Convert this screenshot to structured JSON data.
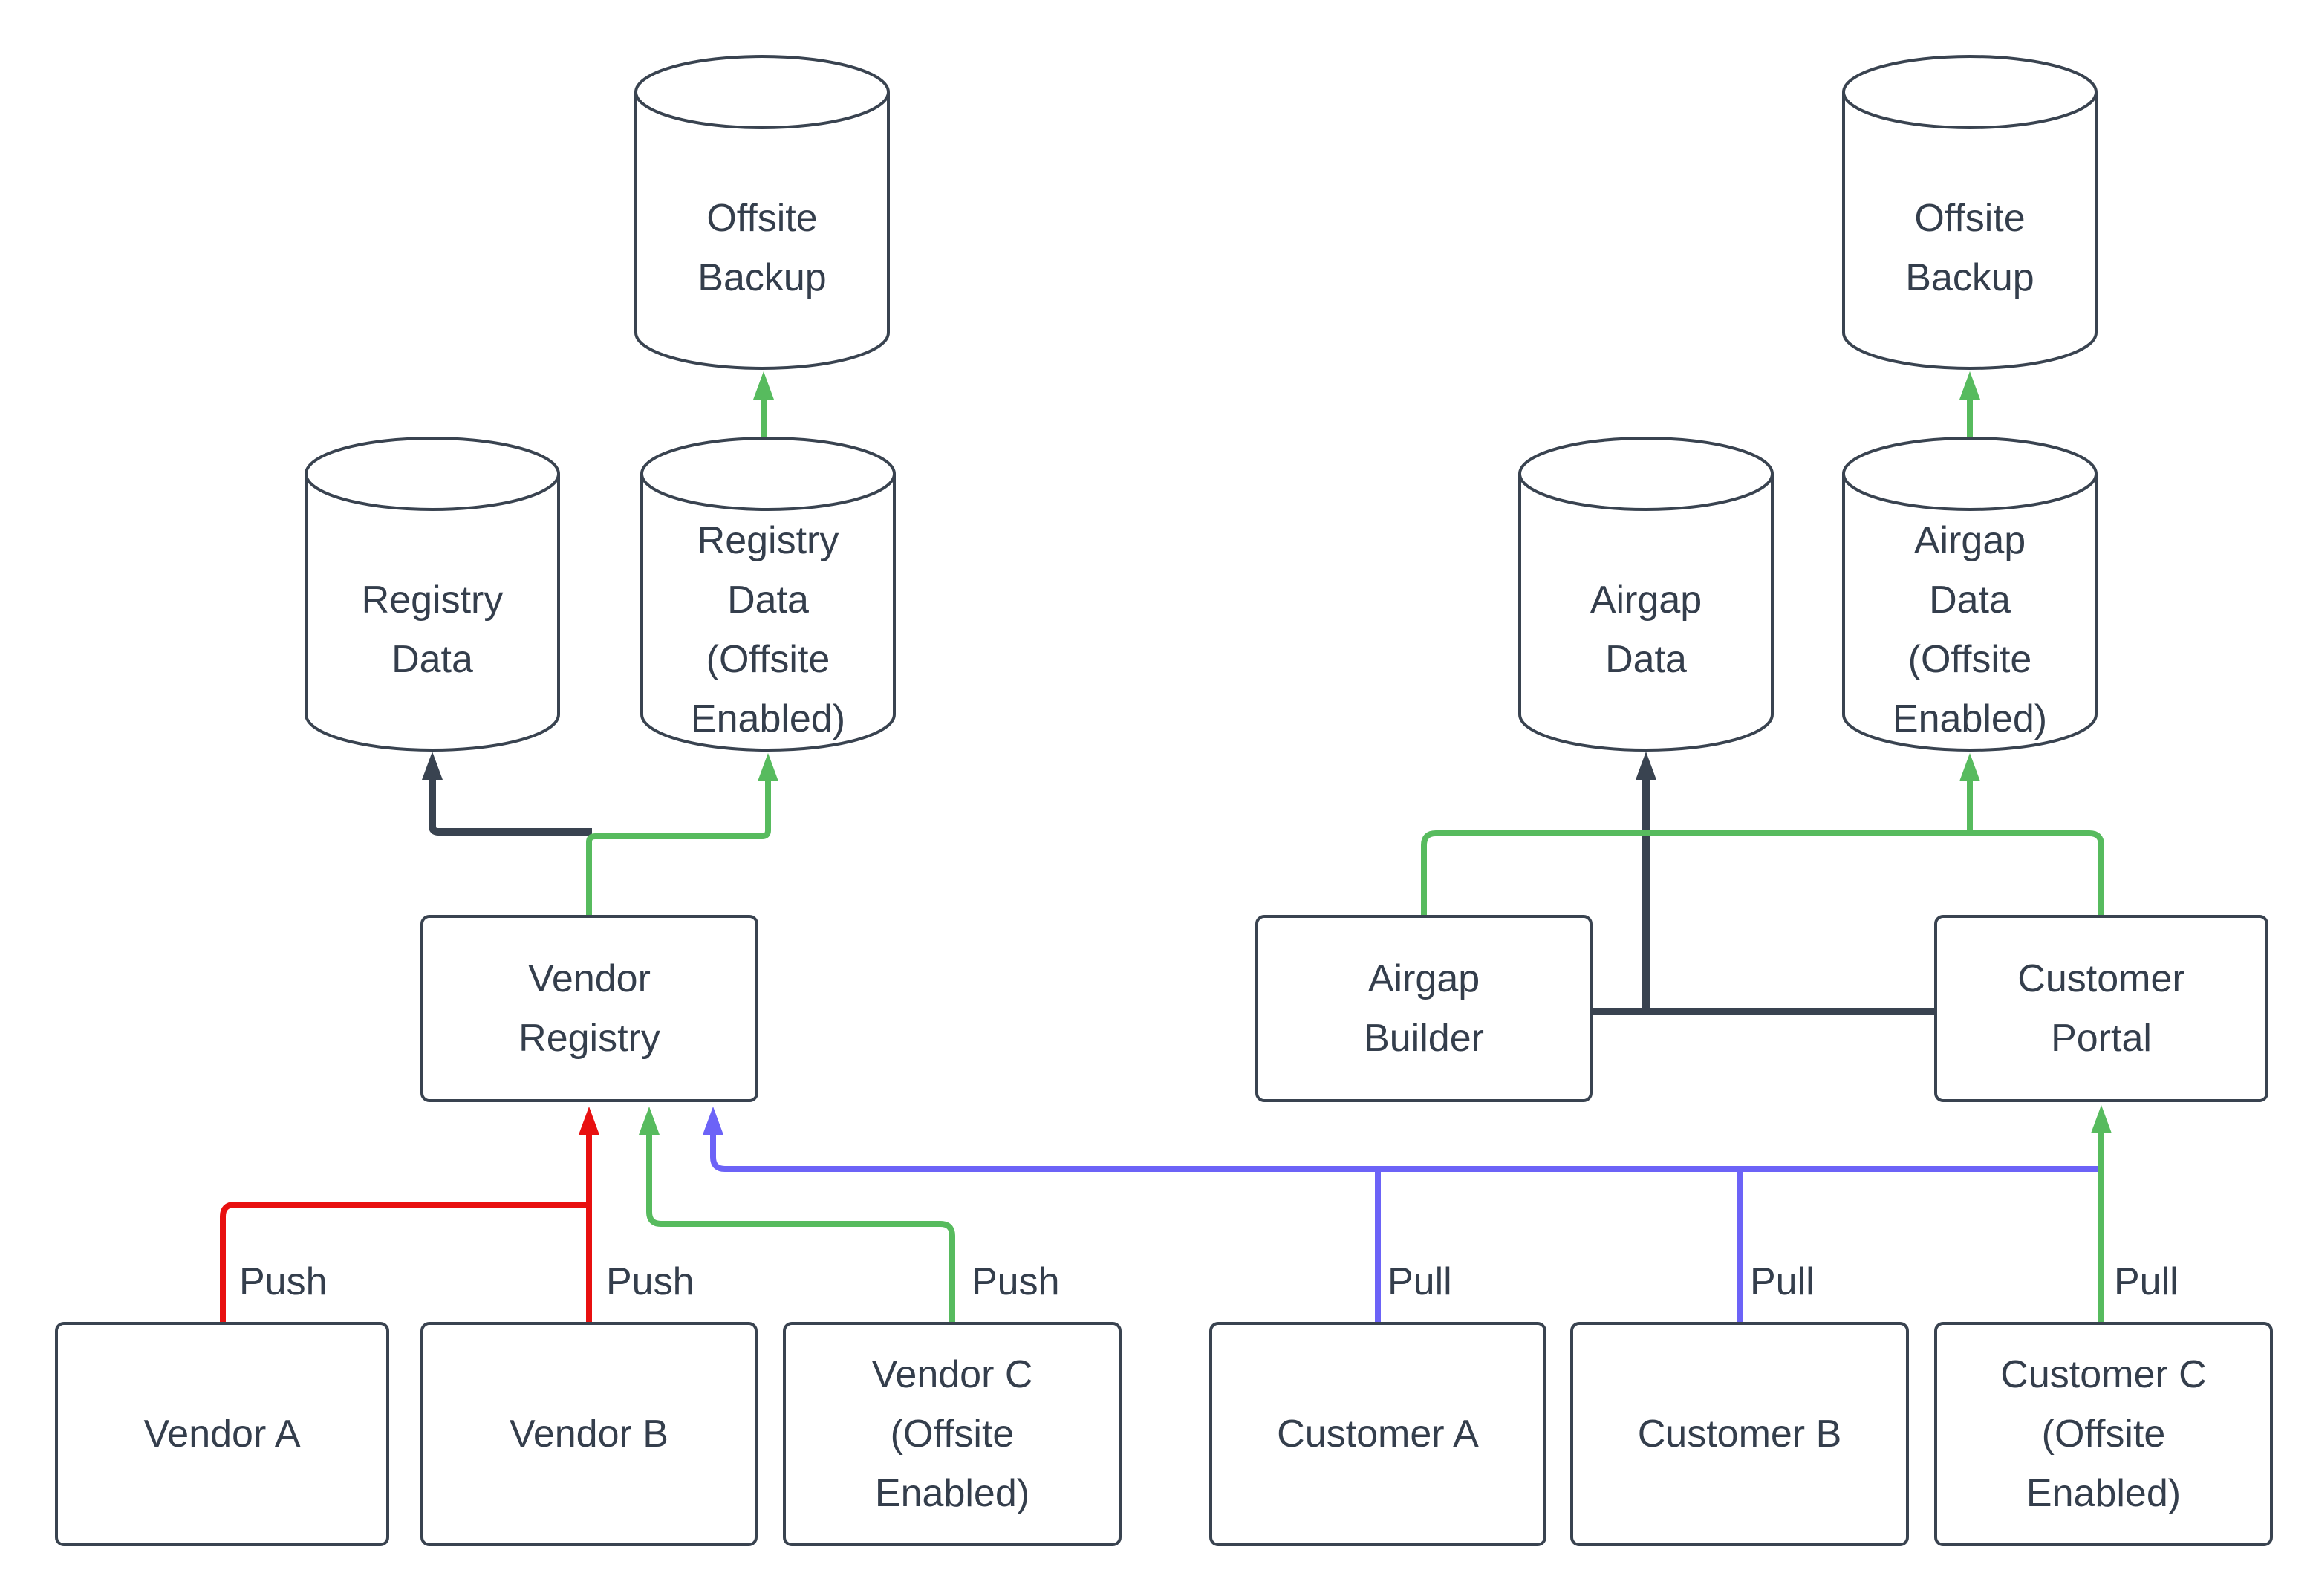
{
  "palette": {
    "background": "#ffffff",
    "node_border": "#394350",
    "text": "#343e4c",
    "edge_black": "#394350",
    "edge_green": "#57bb5e",
    "edge_red": "#e81010",
    "edge_blue": "#6c63f7"
  },
  "nodes": {
    "offsite_backup_left": {
      "label": "Offsite\nBackup",
      "shape": "cylinder"
    },
    "registry_data": {
      "label": "Registry\nData",
      "shape": "cylinder"
    },
    "registry_data_offsite": {
      "label": "Registry\nData\n(Offsite\nEnabled)",
      "shape": "cylinder"
    },
    "vendor_registry": {
      "label": "Vendor\nRegistry",
      "shape": "rect"
    },
    "vendor_a": {
      "label": "Vendor A",
      "shape": "rect"
    },
    "vendor_b": {
      "label": "Vendor B",
      "shape": "rect"
    },
    "vendor_c": {
      "label": "Vendor C\n(Offsite\nEnabled)",
      "shape": "rect"
    },
    "offsite_backup_right": {
      "label": "Offsite\nBackup",
      "shape": "cylinder"
    },
    "airgap_data": {
      "label": "Airgap\nData",
      "shape": "cylinder"
    },
    "airgap_data_offsite": {
      "label": "Airgap\nData\n(Offsite\nEnabled)",
      "shape": "cylinder"
    },
    "airgap_builder": {
      "label": "Airgap\nBuilder",
      "shape": "rect"
    },
    "customer_portal": {
      "label": "Customer\nPortal",
      "shape": "rect"
    },
    "customer_a": {
      "label": "Customer A",
      "shape": "rect"
    },
    "customer_b": {
      "label": "Customer B",
      "shape": "rect"
    },
    "customer_c": {
      "label": "Customer C\n(Offsite\nEnabled)",
      "shape": "rect"
    }
  },
  "edge_labels": {
    "push_vendor_a": "Push",
    "push_vendor_b": "Push",
    "push_vendor_c": "Push",
    "pull_customer_a": "Pull",
    "pull_customer_b": "Pull",
    "pull_customer_c": "Pull"
  },
  "edges": [
    {
      "from": "Vendor A",
      "to": "Vendor Registry",
      "label": "Push",
      "color": "red"
    },
    {
      "from": "Vendor B",
      "to": "Vendor Registry",
      "label": "Push",
      "color": "red"
    },
    {
      "from": "Vendor C (Offsite Enabled)",
      "to": "Vendor Registry",
      "label": "Push",
      "color": "green"
    },
    {
      "from": "Customer A",
      "to": "Vendor Registry",
      "label": "Pull",
      "color": "blue"
    },
    {
      "from": "Customer B",
      "to": "Vendor Registry",
      "label": "Pull",
      "color": "blue"
    },
    {
      "from": "Customer C (Offsite Enabled)",
      "to": "Customer Portal",
      "label": "Pull",
      "color": "green"
    },
    {
      "from": "Vendor Registry",
      "to": "Registry Data",
      "label": "",
      "color": "black"
    },
    {
      "from": "Vendor Registry",
      "to": "Registry Data (Offsite Enabled)",
      "label": "",
      "color": "green"
    },
    {
      "from": "Registry Data (Offsite Enabled)",
      "to": "Offsite Backup",
      "label": "",
      "color": "green"
    },
    {
      "from": "Airgap Builder",
      "to": "Airgap Data",
      "label": "",
      "color": "black"
    },
    {
      "from": "Customer Portal",
      "to": "Airgap Data",
      "label": "",
      "color": "black"
    },
    {
      "from": "Customer Portal",
      "to": "Airgap Data (Offsite Enabled)",
      "label": "",
      "color": "green"
    },
    {
      "from": "Airgap Builder",
      "to": "Airgap Data (Offsite Enabled)",
      "label": "",
      "color": "green"
    },
    {
      "from": "Airgap Data (Offsite Enabled)",
      "to": "Offsite Backup",
      "label": "",
      "color": "green"
    }
  ]
}
